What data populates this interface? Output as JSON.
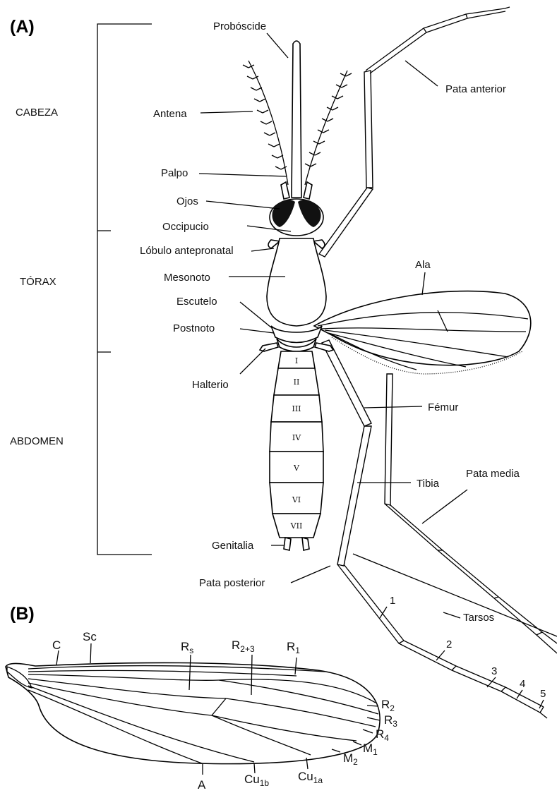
{
  "panel_a_label": "(A)",
  "panel_b_label": "(B)",
  "regions": {
    "head": "CABEZA",
    "thorax": "TÓRAX",
    "abdomen": "ABDOMEN"
  },
  "labels": {
    "proboscis": "Probóscide",
    "antenna": "Antena",
    "palp": "Palpo",
    "eyes": "Ojos",
    "occiput": "Occipucio",
    "antepronotal_lobe": "Lóbulo antepronatal",
    "mesonotum": "Mesonoto",
    "scutellum": "Escutelo",
    "postnotum": "Postnoto",
    "haltere": "Halterio",
    "genitalia": "Genitalia",
    "foreleg": "Pata anterior",
    "wing": "Ala",
    "femur": "Fémur",
    "tibia": "Tibia",
    "midleg": "Pata media",
    "hindleg": "Pata posterior",
    "tarsi": "Tarsos"
  },
  "abdominal_segments": [
    "I",
    "II",
    "III",
    "IV",
    "V",
    "VI",
    "VII"
  ],
  "tarsal_numbers": [
    "1",
    "2",
    "3",
    "4",
    "5"
  ],
  "wing_veins": {
    "costa": "C",
    "subcosta": "Sc",
    "rs": {
      "main": "R",
      "sub": "s"
    },
    "r23": {
      "main": "R",
      "sub": "2+3"
    },
    "r1": {
      "main": "R",
      "sub": "1"
    },
    "r2": {
      "main": "R",
      "sub": "2"
    },
    "r3": {
      "main": "R",
      "sub": "3"
    },
    "r4": {
      "main": "R",
      "sub": "4"
    },
    "m1": {
      "main": "M",
      "sub": "1"
    },
    "m2": {
      "main": "M",
      "sub": "2"
    },
    "cu1a": {
      "main": "Cu",
      "sub": "1a"
    },
    "cu1b": {
      "main": "Cu",
      "sub": "1b"
    },
    "anal": "A"
  }
}
